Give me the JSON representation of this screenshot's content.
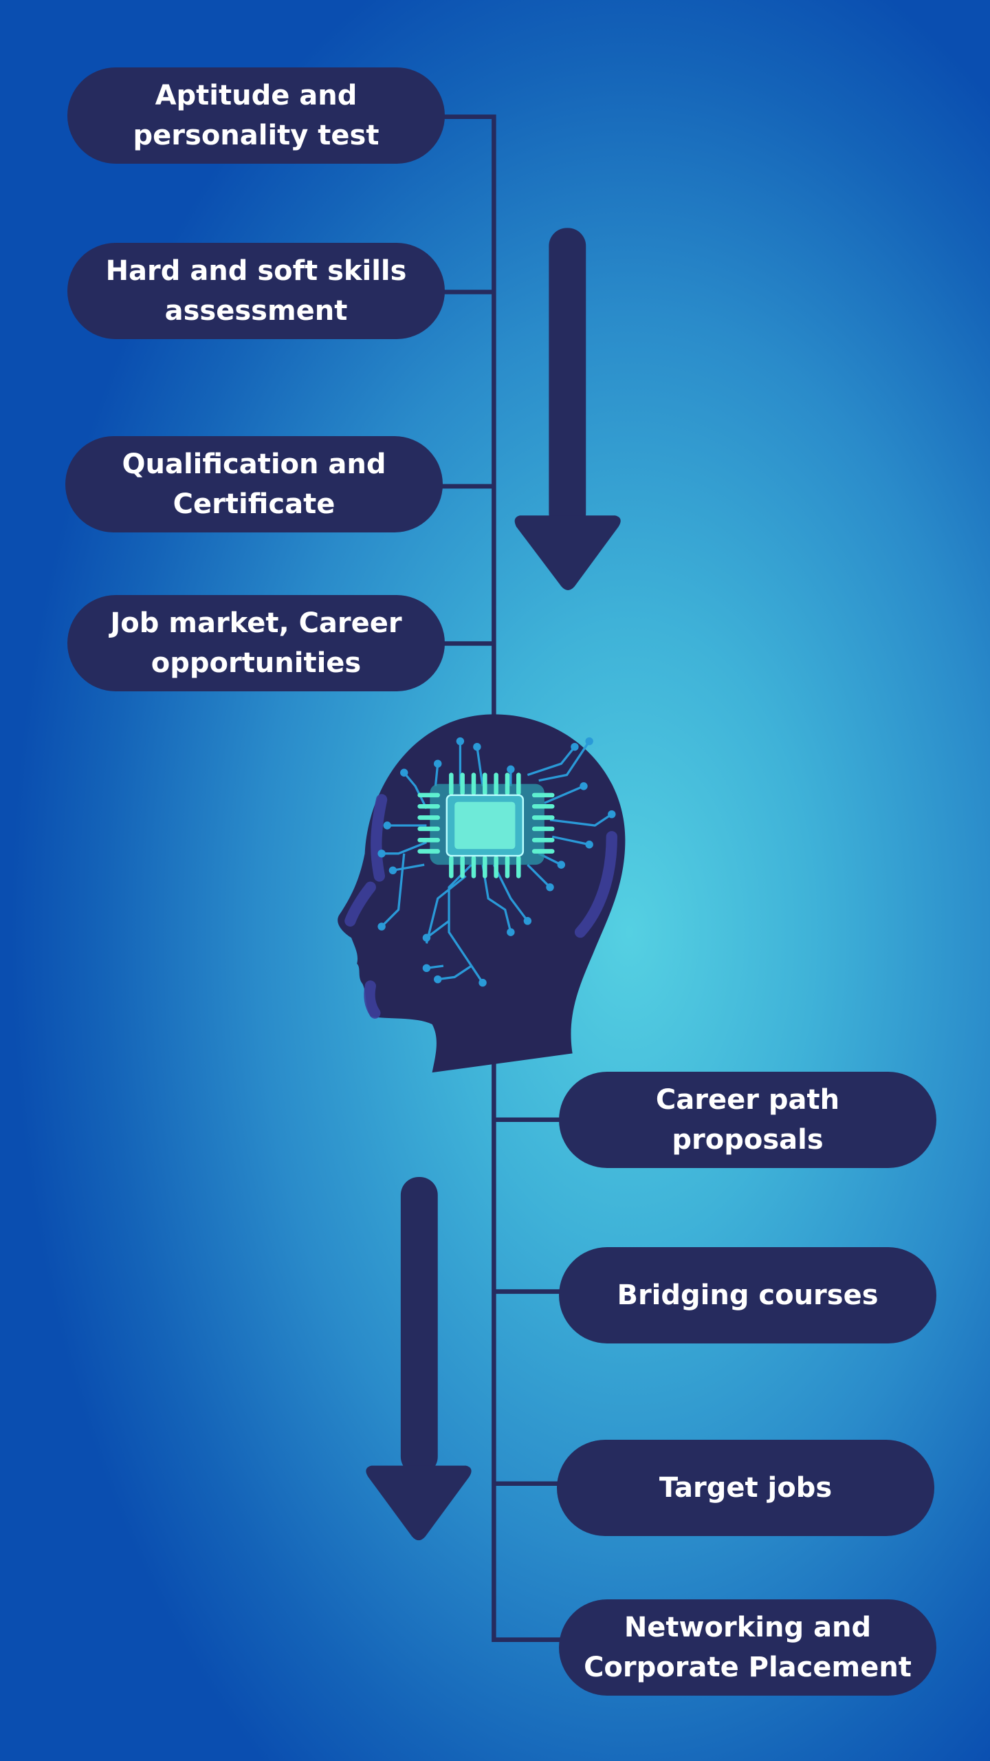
{
  "colors": {
    "pill": "#262b5e",
    "line": "#262b5e",
    "background_center": "#55d0e2",
    "background_edge": "#0a4eb0",
    "chip": "#5ef0d0",
    "circuit": "#2a9ad8"
  },
  "inputs": [
    {
      "label": "Aptitude and personality test"
    },
    {
      "label": "Hard and soft skills assessment"
    },
    {
      "label": "Qualification and Certificate"
    },
    {
      "label": "Job market, Career opportunities"
    }
  ],
  "outputs": [
    {
      "label": "Career path proposals"
    },
    {
      "label": "Bridging courses"
    },
    {
      "label": "Target jobs"
    },
    {
      "label": "Networking and Corporate Placement"
    }
  ],
  "icons": {
    "center": "ai-head-chip-icon",
    "arrows": "arrow-down-icon"
  }
}
